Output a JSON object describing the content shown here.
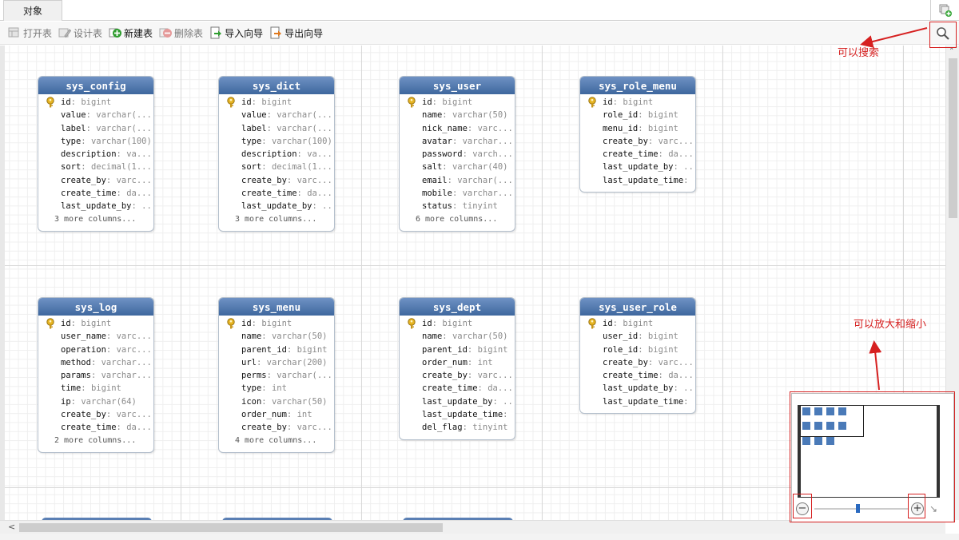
{
  "tab": {
    "label": "对象"
  },
  "toolbar": {
    "open_table": "打开表",
    "design_table": "设计表",
    "new_table": "新建表",
    "delete_table": "删除表",
    "import_wizard": "导入向导",
    "export_wizard": "导出向导"
  },
  "annotations": {
    "search_note": "可以搜索",
    "zoom_note": "可以放大和缩小"
  },
  "colors": {
    "header": "#4a72aa",
    "annotation": "#d62020",
    "minimap_dot": "#4a7ab8"
  },
  "tables": [
    {
      "name": "sys_config",
      "columns": [
        {
          "n": "id",
          "t": "bigint",
          "key": true
        },
        {
          "n": "value",
          "t": "varchar(..."
        },
        {
          "n": "label",
          "t": "varchar(..."
        },
        {
          "n": "type",
          "t": "varchar(100)"
        },
        {
          "n": "description",
          "t": "va..."
        },
        {
          "n": "sort",
          "t": "decimal(1..."
        },
        {
          "n": "create_by",
          "t": "varc..."
        },
        {
          "n": "create_time",
          "t": "da..."
        },
        {
          "n": "last_update_by",
          "t": "..."
        }
      ],
      "more": "3 more columns..."
    },
    {
      "name": "sys_dict",
      "columns": [
        {
          "n": "id",
          "t": "bigint",
          "key": true
        },
        {
          "n": "value",
          "t": "varchar(..."
        },
        {
          "n": "label",
          "t": "varchar(..."
        },
        {
          "n": "type",
          "t": "varchar(100)"
        },
        {
          "n": "description",
          "t": "va..."
        },
        {
          "n": "sort",
          "t": "decimal(1..."
        },
        {
          "n": "create_by",
          "t": "varc..."
        },
        {
          "n": "create_time",
          "t": "da..."
        },
        {
          "n": "last_update_by",
          "t": "..."
        }
      ],
      "more": "3 more columns..."
    },
    {
      "name": "sys_user",
      "columns": [
        {
          "n": "id",
          "t": "bigint",
          "key": true
        },
        {
          "n": "name",
          "t": "varchar(50)"
        },
        {
          "n": "nick_name",
          "t": "varc..."
        },
        {
          "n": "avatar",
          "t": "varchar..."
        },
        {
          "n": "password",
          "t": "varch..."
        },
        {
          "n": "salt",
          "t": "varchar(40)"
        },
        {
          "n": "email",
          "t": "varchar(..."
        },
        {
          "n": "mobile",
          "t": "varchar..."
        },
        {
          "n": "status",
          "t": "tinyint"
        }
      ],
      "more": "6 more columns..."
    },
    {
      "name": "sys_role_menu",
      "columns": [
        {
          "n": "id",
          "t": "bigint",
          "key": true
        },
        {
          "n": "role_id",
          "t": "bigint"
        },
        {
          "n": "menu_id",
          "t": "bigint"
        },
        {
          "n": "create_by",
          "t": "varc..."
        },
        {
          "n": "create_time",
          "t": "da..."
        },
        {
          "n": "last_update_by",
          "t": "..."
        },
        {
          "n": "last_update_time",
          "t": "..."
        }
      ],
      "more": ""
    },
    {
      "name": "sys_log",
      "columns": [
        {
          "n": "id",
          "t": "bigint",
          "key": true
        },
        {
          "n": "user_name",
          "t": "varc..."
        },
        {
          "n": "operation",
          "t": "varc..."
        },
        {
          "n": "method",
          "t": "varchar..."
        },
        {
          "n": "params",
          "t": "varchar..."
        },
        {
          "n": "time",
          "t": "bigint"
        },
        {
          "n": "ip",
          "t": "varchar(64)"
        },
        {
          "n": "create_by",
          "t": "varc..."
        },
        {
          "n": "create_time",
          "t": "da..."
        }
      ],
      "more": "2 more columns..."
    },
    {
      "name": "sys_menu",
      "columns": [
        {
          "n": "id",
          "t": "bigint",
          "key": true
        },
        {
          "n": "name",
          "t": "varchar(50)"
        },
        {
          "n": "parent_id",
          "t": "bigint"
        },
        {
          "n": "url",
          "t": "varchar(200)"
        },
        {
          "n": "perms",
          "t": "varchar(..."
        },
        {
          "n": "type",
          "t": "int"
        },
        {
          "n": "icon",
          "t": "varchar(50)"
        },
        {
          "n": "order_num",
          "t": "int"
        },
        {
          "n": "create_by",
          "t": "varc..."
        }
      ],
      "more": "4 more columns..."
    },
    {
      "name": "sys_dept",
      "columns": [
        {
          "n": "id",
          "t": "bigint",
          "key": true
        },
        {
          "n": "name",
          "t": "varchar(50)"
        },
        {
          "n": "parent_id",
          "t": "bigint"
        },
        {
          "n": "order_num",
          "t": "int"
        },
        {
          "n": "create_by",
          "t": "varc..."
        },
        {
          "n": "create_time",
          "t": "da..."
        },
        {
          "n": "last_update_by",
          "t": "..."
        },
        {
          "n": "last_update_time",
          "t": "..."
        },
        {
          "n": "del_flag",
          "t": "tinyint"
        }
      ],
      "more": ""
    },
    {
      "name": "sys_user_role",
      "columns": [
        {
          "n": "id",
          "t": "bigint",
          "key": true
        },
        {
          "n": "user_id",
          "t": "bigint"
        },
        {
          "n": "role_id",
          "t": "bigint"
        },
        {
          "n": "create_by",
          "t": "varc..."
        },
        {
          "n": "create_time",
          "t": "da..."
        },
        {
          "n": "last_update_by",
          "t": "..."
        },
        {
          "n": "last_update_time",
          "t": "..."
        }
      ],
      "more": ""
    }
  ]
}
